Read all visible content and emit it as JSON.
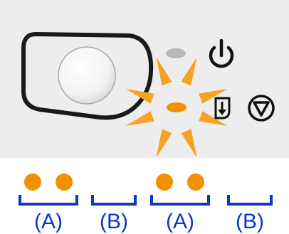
{
  "colors": {
    "panel": "#ededee",
    "outline": "#1a1a1a",
    "lamp_off": "#b7b7b7",
    "lamp_on": "#f29100",
    "ray": "#f6a223",
    "bracket": "#0a39c2",
    "dot": "#f29100"
  },
  "icons": {
    "power": "power-icon",
    "paper_feed": "paper-feed-icon",
    "stop": "stop-icon",
    "button": "power-button"
  },
  "lamps": {
    "power_lamp": "off",
    "alarm_lamp": "flashing"
  },
  "sequence": [
    {
      "label": "(A)",
      "dots": 2
    },
    {
      "label": "(B)",
      "dots": 0
    },
    {
      "label": "(A)",
      "dots": 2
    },
    {
      "label": "(B)",
      "dots": 0
    }
  ]
}
